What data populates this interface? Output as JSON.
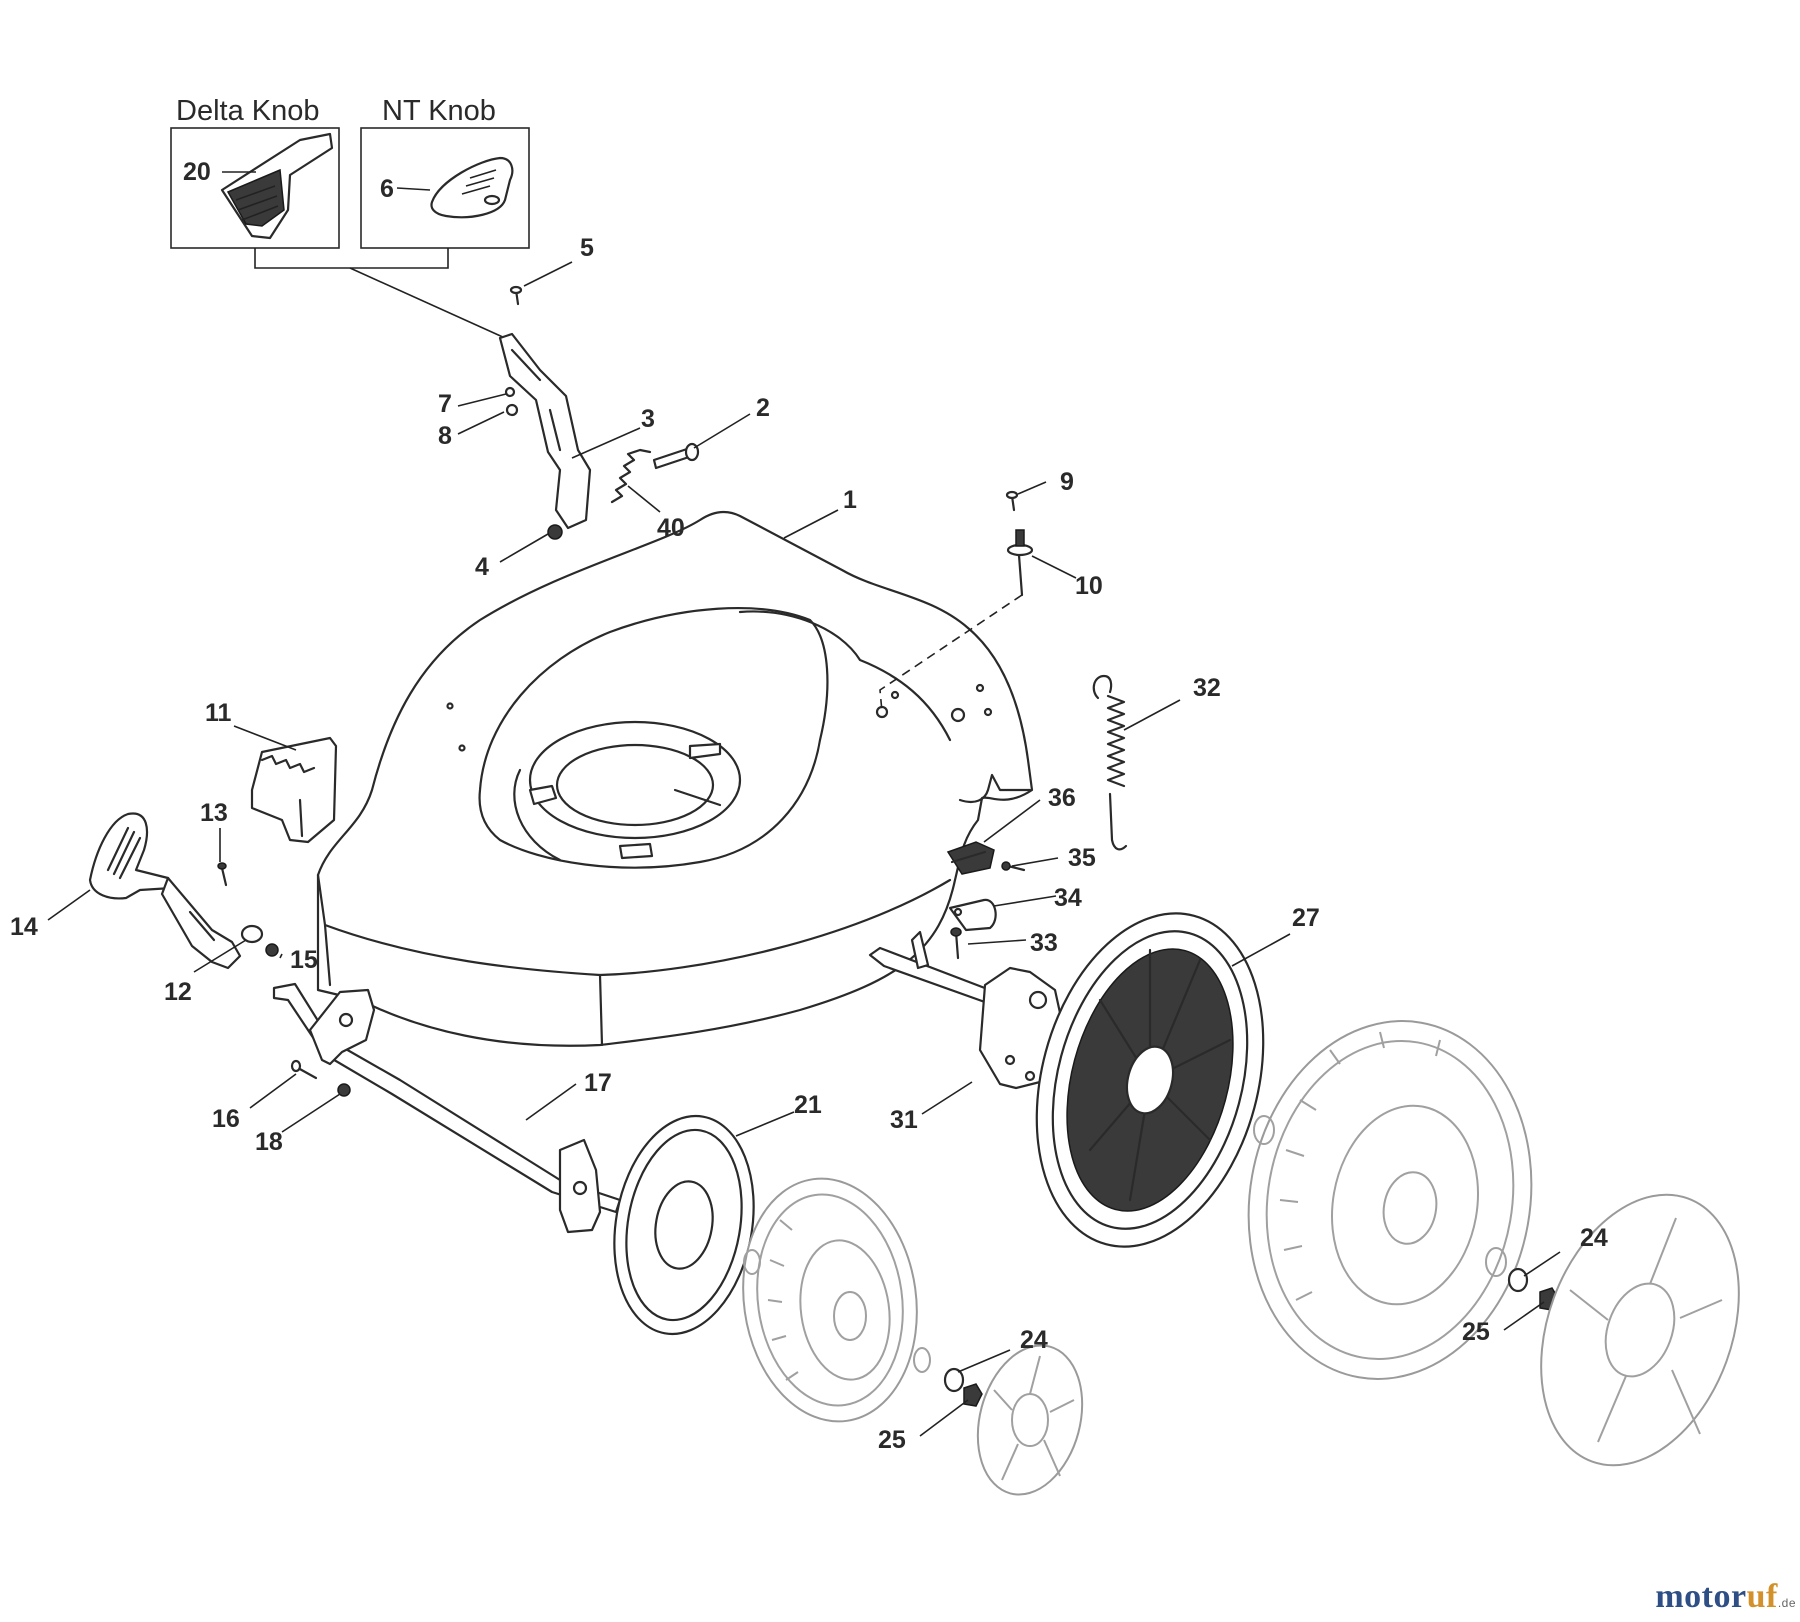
{
  "insets": {
    "delta_knob": "Delta Knob",
    "nt_knob": "NT Knob"
  },
  "callouts": {
    "p1": "1",
    "p2": "2",
    "p3": "3",
    "p4": "4",
    "p5": "5",
    "p6": "6",
    "p7": "7",
    "p8": "8",
    "p9": "9",
    "p10": "10",
    "p11": "11",
    "p12": "12",
    "p13": "13",
    "p14": "14",
    "p15": "15",
    "p16": "16",
    "p17": "17",
    "p18": "18",
    "p20": "20",
    "p21": "21",
    "p24a": "24",
    "p24b": "24",
    "p25a": "25",
    "p25b": "25",
    "p27": "27",
    "p31": "31",
    "p32": "32",
    "p33": "33",
    "p34": "34",
    "p35": "35",
    "p36": "36",
    "p40": "40"
  },
  "watermark": {
    "main": "motor",
    "accent": "uf",
    "suffix": ".de"
  }
}
